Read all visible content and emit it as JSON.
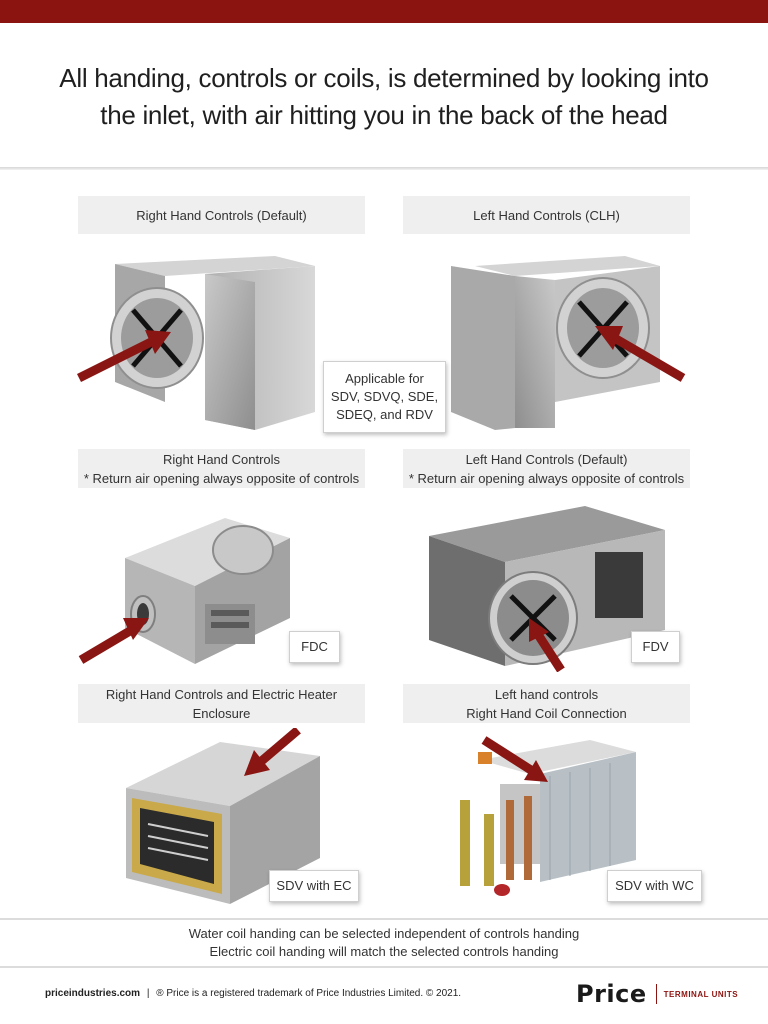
{
  "title": {
    "line1": "All handing, controls or coils, is determined by looking into",
    "line2": "the inlet, with air hitting you in the back of the head"
  },
  "sections": {
    "row1": {
      "left_label": "Right Hand Controls (Default)",
      "right_label": "Left Hand Controls (CLH)",
      "applicable": [
        "Applicable for",
        "SDV, SDVQ, SDE,",
        "SDEQ, and RDV"
      ]
    },
    "row2": {
      "left_label": [
        "Right Hand Controls",
        "* Return air opening always opposite of controls"
      ],
      "right_label": [
        "Left Hand Controls (Default)",
        "* Return air opening always opposite of controls"
      ],
      "left_tag": "FDC",
      "right_tag": "FDV"
    },
    "row3": {
      "left_label": "Right Hand Controls and Electric Heater Enclosure",
      "right_label": [
        "Left hand controls",
        "Right Hand Coil Connection"
      ],
      "left_tag": "SDV with EC",
      "right_tag": "SDV with WC"
    }
  },
  "notes": {
    "line1": "Water coil handing can be selected independent of controls handing",
    "line2": "Electric coil handing will match the selected controls handing"
  },
  "footer": {
    "site": "priceindustries.com",
    "separator": "|",
    "legal": "® Price is a registered trademark of Price Industries Limited. © 2021."
  },
  "logo": {
    "word": "Price",
    "tagline": "TERMINAL UNITS"
  },
  "colors": {
    "brand_red": "#8b1410",
    "arrow_red": "#8a1613",
    "label_bg": "#efefef"
  }
}
